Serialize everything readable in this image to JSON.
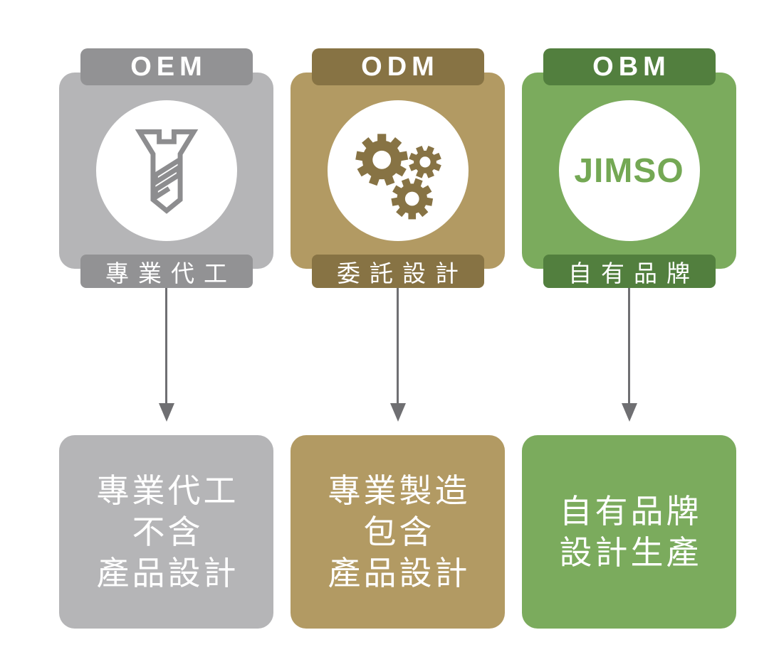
{
  "diagram": {
    "description": "OEM / ODM / OBM business model comparison infographic",
    "arrow_color": "#6f6f72",
    "background": "#ffffff",
    "columns": [
      {
        "code": "OEM",
        "label": "專業代工",
        "icon": "screw-icon",
        "desc_lines": [
          "專業代工",
          "不含",
          "產品設計"
        ],
        "colors": {
          "card": "#b5b5b7",
          "accent": "#929294",
          "icon": "#8d8d8f"
        }
      },
      {
        "code": "ODM",
        "label": "委託設計",
        "icon": "gears-icon",
        "desc_lines": [
          "專業製造",
          "包含",
          "產品設計"
        ],
        "colors": {
          "card": "#b29a63",
          "accent": "#877344",
          "icon": "#877344"
        }
      },
      {
        "code": "OBM",
        "label": "自有品牌",
        "icon": "brand-logo",
        "logo_text": "JIMSO",
        "desc_lines": [
          "自有品牌",
          "設計生產"
        ],
        "colors": {
          "card": "#7bab5d",
          "accent": "#527f3e",
          "logo": "#74a854"
        }
      }
    ]
  }
}
